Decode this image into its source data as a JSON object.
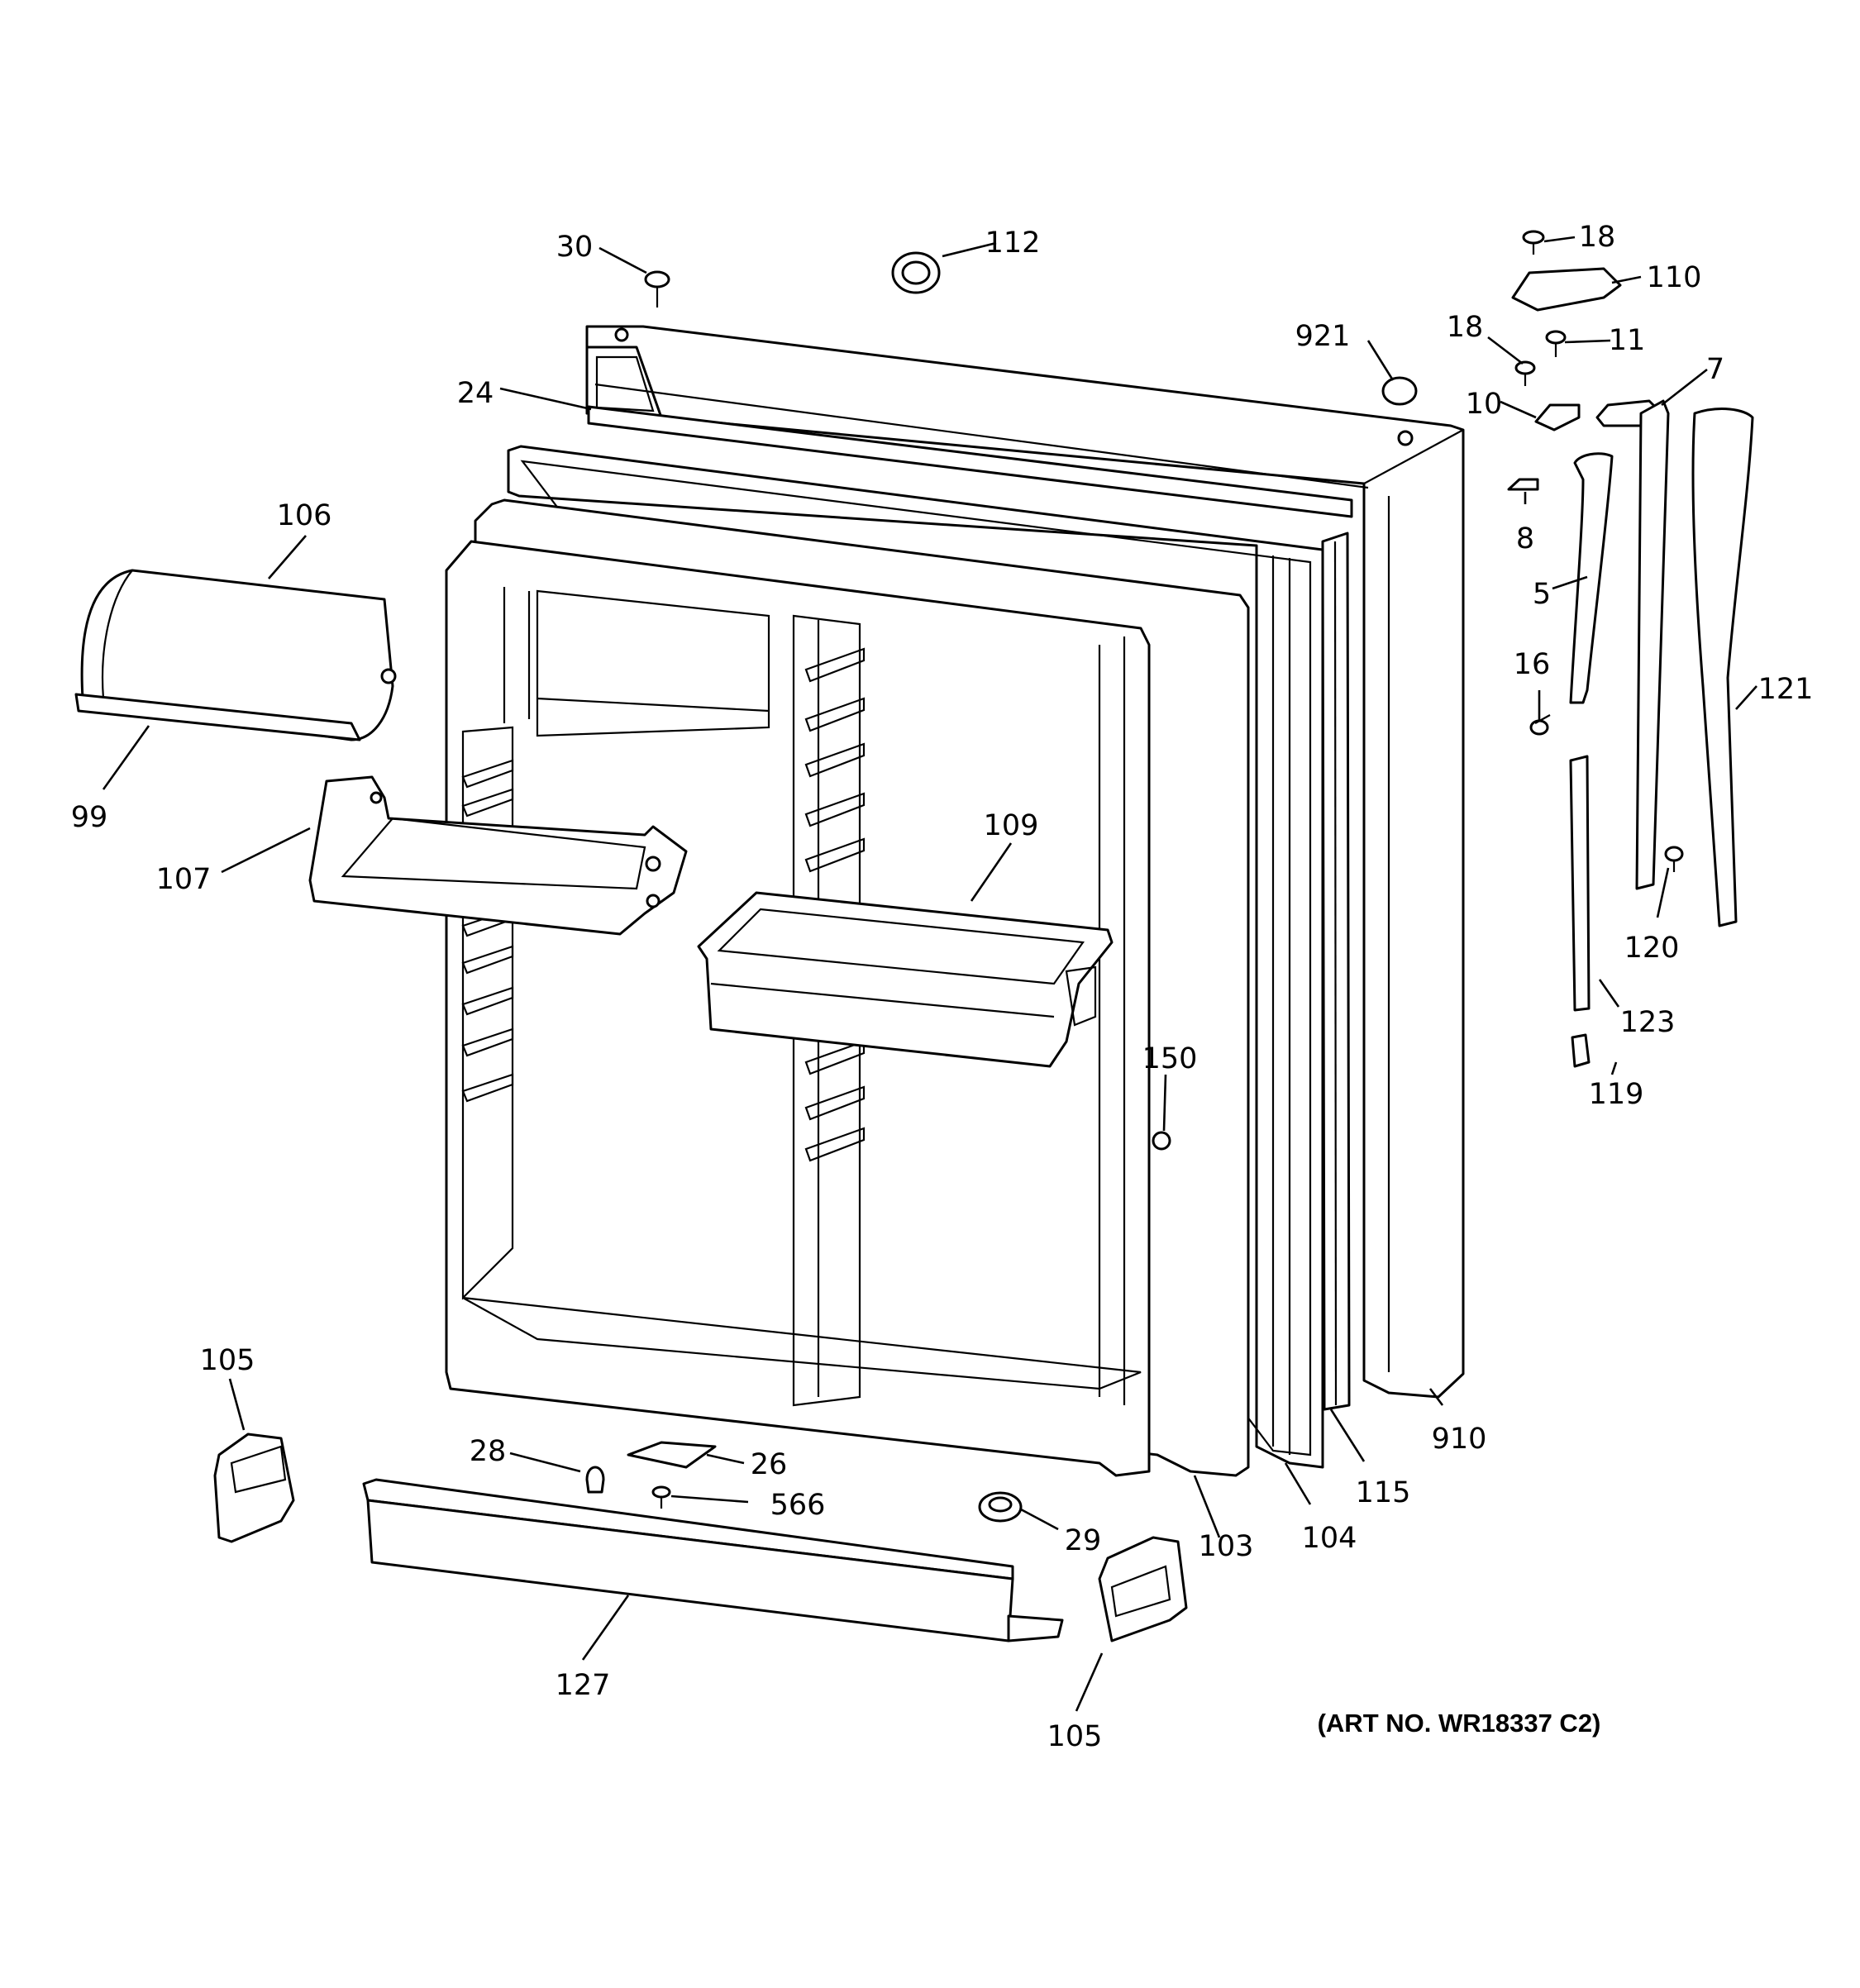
{
  "diagram": {
    "art_number": "(ART NO. WR18337 C2)",
    "callouts": {
      "c30": "30",
      "c112": "112",
      "c18a": "18",
      "c110": "110",
      "c921": "921",
      "c18b": "18",
      "c11": "11",
      "c7": "7",
      "c24": "24",
      "c10": "10",
      "c106": "106",
      "c8": "8",
      "c5": "5",
      "c16": "16",
      "c121": "121",
      "c99": "99",
      "c107": "107",
      "c109": "109",
      "c120": "120",
      "c123": "123",
      "c150": "150",
      "c119": "119",
      "c105a": "105",
      "c28": "28",
      "c26": "26",
      "c566": "566",
      "c910": "910",
      "c115": "115",
      "c29": "29",
      "c103": "103",
      "c104": "104",
      "c127": "127",
      "c105b": "105"
    }
  }
}
